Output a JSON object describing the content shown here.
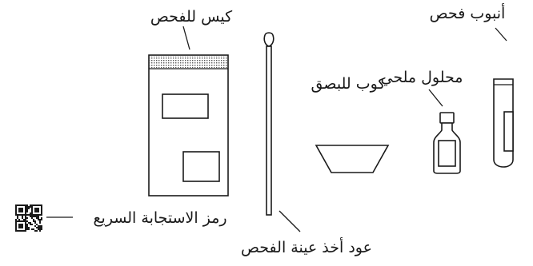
{
  "labels": {
    "bag": "كيس للفحص",
    "tube": "أنبوب فحص",
    "saline": "محلول ملحي",
    "cup": "كوب للبصق",
    "qr": "رمز الاستجابة السريع",
    "swab": "عود أخذ عينة الفحص"
  }
}
